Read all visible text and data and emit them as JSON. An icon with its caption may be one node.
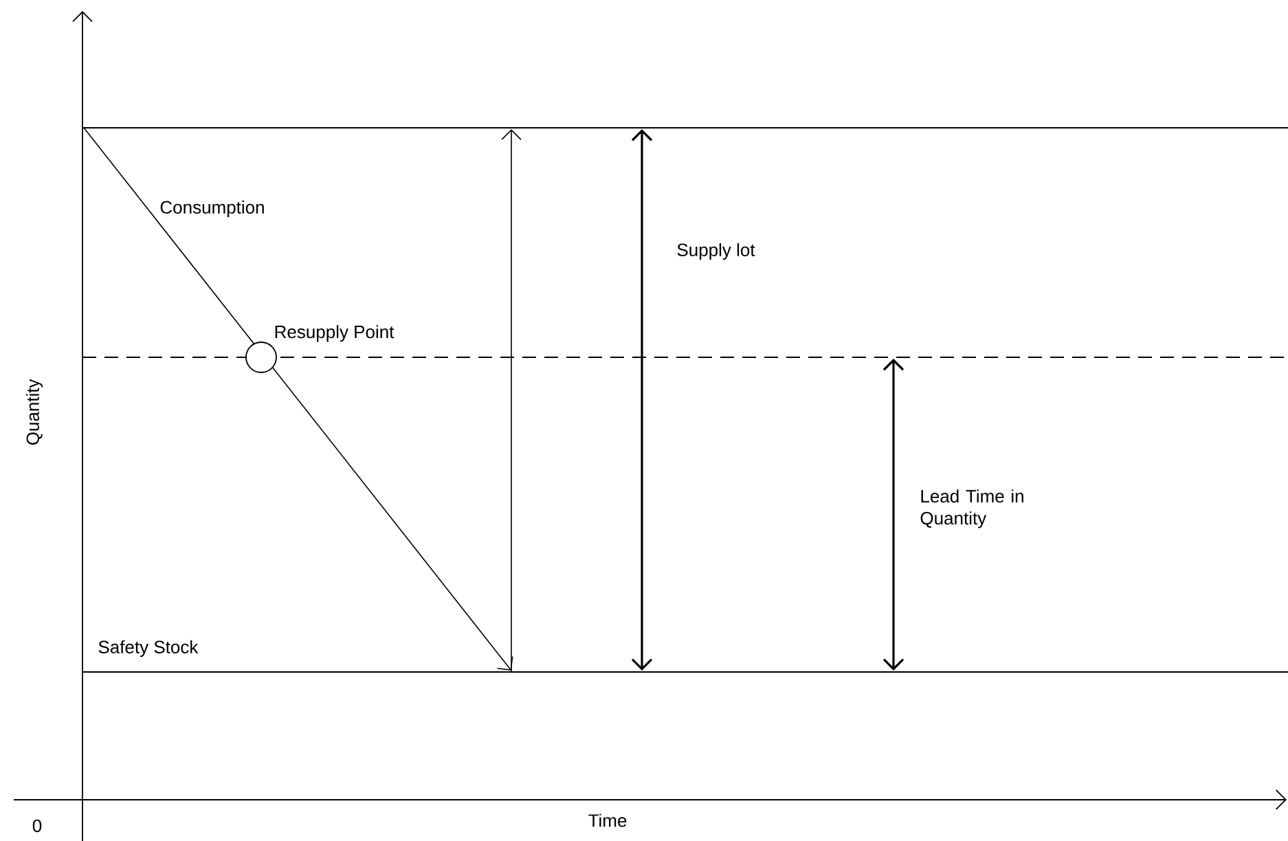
{
  "diagram": {
    "nodes": [
      {
        "text": [],
        "shape": "circle",
        "beside": [
          "Resupply Point"
        ]
      }
    ],
    "labels": [
      "Consumption",
      "Supply lot",
      "Lead Time in Quantity",
      "Safety Stock",
      "Quantity",
      "0",
      "Time"
    ]
  }
}
